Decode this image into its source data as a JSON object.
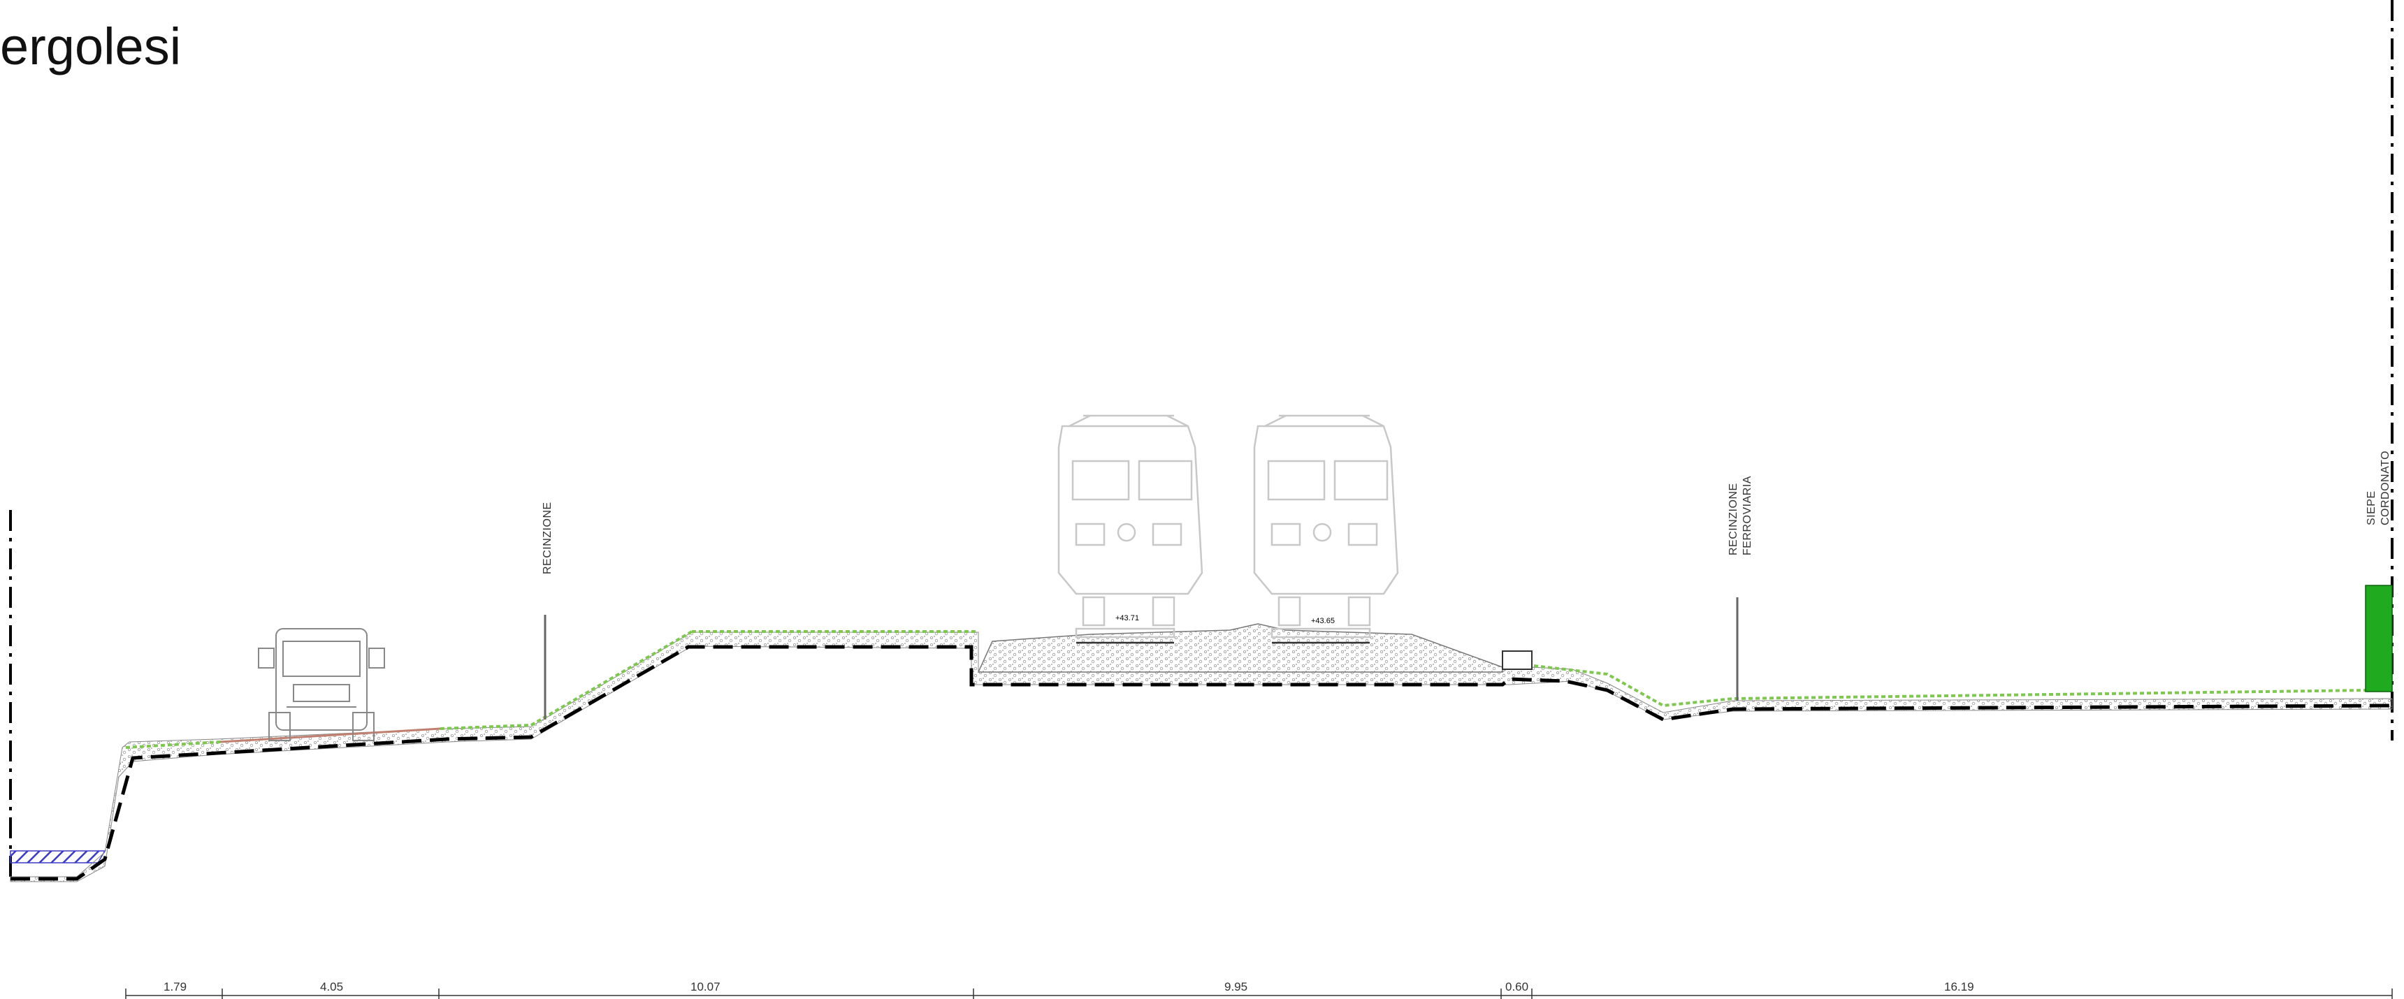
{
  "title": "ergolesi",
  "labels": {
    "fence": "RECINZIONE",
    "rail_fence_line1": "RECINZIONE",
    "rail_fence_line2": "FERROVIARIA",
    "hedge_line1": "SIEPE",
    "hedge_line2": "CORDONATO"
  },
  "elevations": {
    "track_1": "+43.71",
    "track_2": "+43.65"
  },
  "dimensions": {
    "segments": [
      "1.79",
      "4.05",
      "10.07",
      "9.95",
      "0.60",
      "16.19"
    ]
  },
  "colors": {
    "ground_line": "#000000",
    "grass": "#7ec850",
    "water_hatch": "#3a3ac8",
    "hedge": "#1faa1f",
    "vehicle": "#888888",
    "train": "#c8c8c8",
    "ballast": "#9a9a9a"
  }
}
